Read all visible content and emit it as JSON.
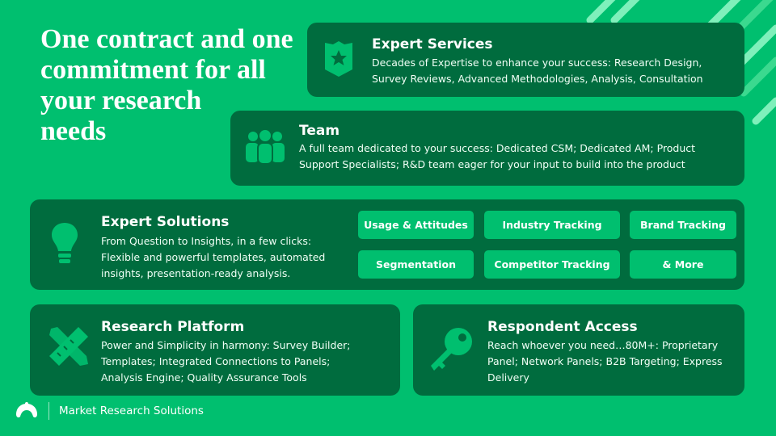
{
  "headline": "One contract and one commitment for all your research needs",
  "panels": {
    "expert_services": {
      "title": "Expert Services",
      "body": "Decades of Expertise to enhance your success: Research Design, Survey Reviews, Advanced Methodologies, Analysis, Consultation"
    },
    "team": {
      "title": "Team",
      "body": "A full team dedicated to your success: Dedicated CSM; Dedicated AM; Product Support Specialists; R&D team eager for your input to build into the product"
    },
    "expert_solutions": {
      "title": "Expert Solutions",
      "body": "From Question to Insights, in a few clicks: Flexible and powerful templates, automated insights, presentation-ready analysis.",
      "chips": [
        "Usage & Attitudes",
        "Industry Tracking",
        "Brand Tracking",
        "Segmentation",
        "Competitor Tracking",
        "& More"
      ]
    },
    "research_platform": {
      "title": "Research Platform",
      "body": "Power and Simplicity in harmony: Survey Builder; Templates; Integrated Connections to Panels; Analysis Engine; Quality Assurance Tools"
    },
    "respondent_access": {
      "title": "Respondent Access",
      "body": "Reach whoever you need…80M+: Proprietary Panel; Network Panels; B2B Targeting; Express Delivery"
    }
  },
  "footer": {
    "label": "Market Research Solutions"
  },
  "colors": {
    "background": "#00bf6f",
    "panel": "#006c3e",
    "accent": "#00bf6f"
  }
}
